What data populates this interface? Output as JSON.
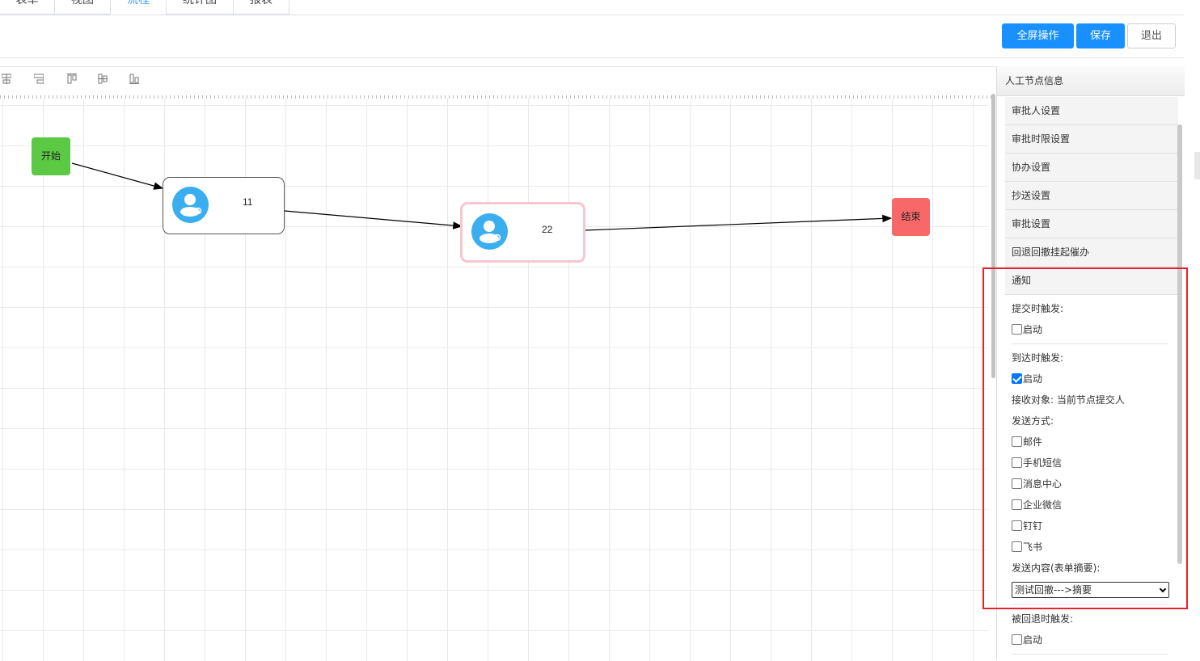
{
  "tabs": [
    "表单",
    "视图",
    "流程",
    "统计图",
    "报表"
  ],
  "active_tab": "流程",
  "toolbar": {
    "fullscreen": "全屏操作",
    "save": "保存",
    "exit": "退出"
  },
  "colors": {
    "primary": "#1890ff",
    "start_node": "#5bc943",
    "end_node": "#f86868",
    "highlight": "#e8222c"
  },
  "flow": {
    "start_label": "开始",
    "end_label": "结束",
    "tasks": [
      {
        "label": "11",
        "selected": false
      },
      {
        "label": "22",
        "selected": true
      }
    ]
  },
  "panel": {
    "title": "人工节点信息",
    "sections": [
      "审批人设置",
      "审批时限设置",
      "协办设置",
      "抄送设置",
      "审批设置",
      "回退回撤挂起催办",
      "通知"
    ],
    "notify": {
      "submit_trigger": "提交时触发:",
      "submit_enable": "启动",
      "submit_checked": false,
      "arrive_trigger": "到达时触发:",
      "arrive_enable": "启动",
      "arrive_checked": true,
      "receiver": "接收对象: 当前节点提交人",
      "send_method": "发送方式:",
      "methods": [
        "邮件",
        "手机短信",
        "消息中心",
        "企业微信",
        "钉钉",
        "飞书"
      ],
      "content_label": "发送内容(表单摘要):",
      "content_value": "测试回撤--->摘要",
      "rollback_trigger": "被回退时触发:",
      "rollback_enable": "启动",
      "rollback_checked": false
    }
  }
}
